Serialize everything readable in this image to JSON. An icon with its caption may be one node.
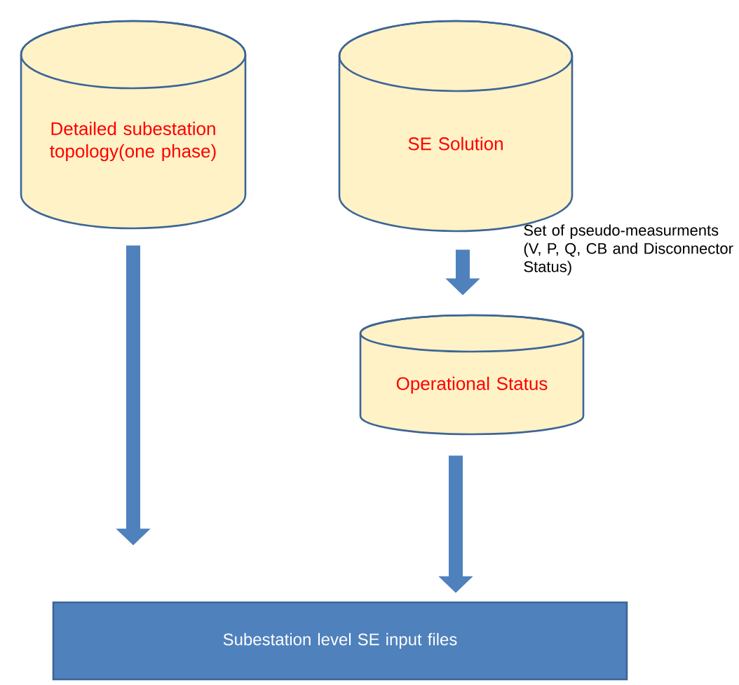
{
  "diagram": {
    "nodes": [
      {
        "text": [
          "Detailed subestation topology(one phase)"
        ]
      },
      {
        "text": [
          "SE Solution"
        ]
      },
      {
        "text": [
          "Operational Status"
        ]
      },
      {
        "text": [
          "Subestation level SE input files"
        ]
      }
    ],
    "edges": [
      {
        "from": 0,
        "to": 3,
        "arrow": "to"
      },
      {
        "from": 1,
        "to": 2,
        "arrow": "to",
        "label": "Set of pseudo-measurments (V, P, Q, CB and Disconnector Status)"
      },
      {
        "from": 2,
        "to": 3,
        "arrow": "to"
      }
    ]
  }
}
